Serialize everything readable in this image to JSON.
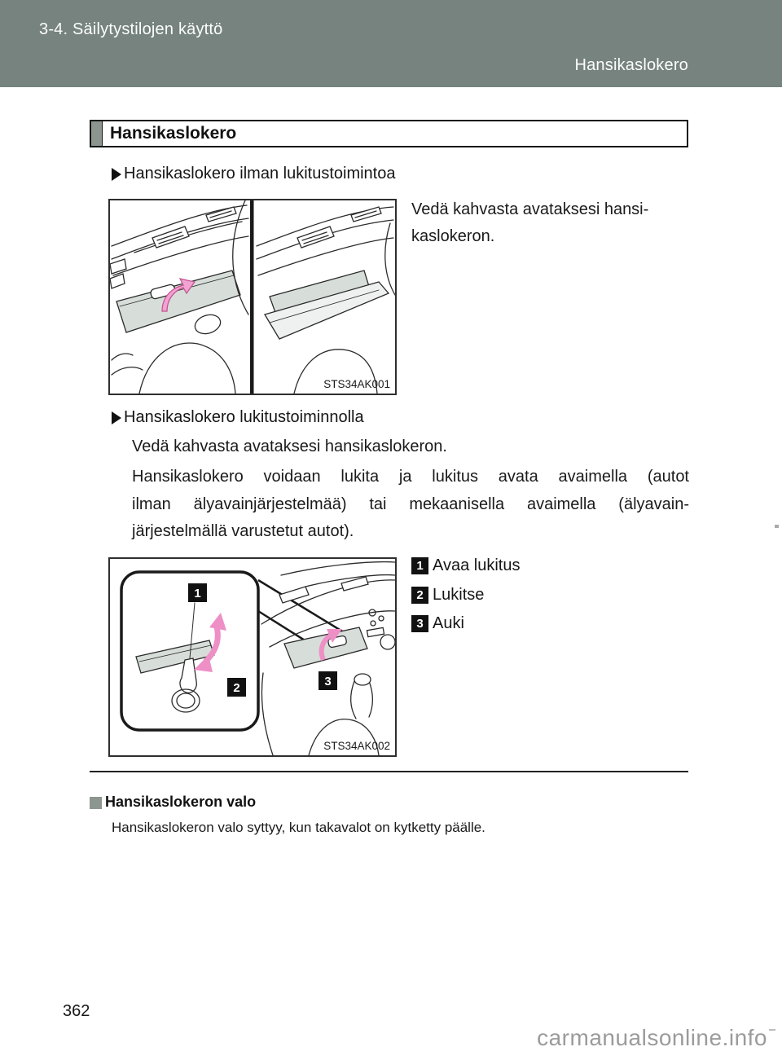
{
  "header": {
    "section_label": "3-4. Säilytystilojen käyttö",
    "page_topic": "Hansikaslokero"
  },
  "title": "Hansikaslokero",
  "section1": {
    "heading": "Hansikaslokero ilman lukitustoimintoa",
    "body_line1": "Vedä kahvasta avataksesi hansi-",
    "body_line2": "kaslokeron.",
    "figure_caption": "STS34AK001"
  },
  "section2": {
    "heading": "Hansikaslokero lukitustoiminnolla",
    "para1": "Vedä kahvasta avataksesi hansikaslokeron.",
    "para2_line1": "Hansikaslokero voidaan lukita ja lukitus avata avaimella (autot",
    "para2_line2": "ilman älyavainjärjestelmää) tai mekaanisella avaimella (älyavain-",
    "para2_line3": "järjestelmällä varustetut autot).",
    "figure_caption": "STS34AK002",
    "callout1": "1",
    "callout2": "2",
    "callout3": "3",
    "legend": [
      {
        "num": "1",
        "label": "Avaa lukitus"
      },
      {
        "num": "2",
        "label": "Lukitse"
      },
      {
        "num": "3",
        "label": "Auki"
      }
    ]
  },
  "note": {
    "title": "Hansikaslokeron valo",
    "body": "Hansikaslokeron valo syttyy, kun takavalot on kytketty päälle."
  },
  "footer": {
    "page_number": "362",
    "watermark": "carmanualsonline.info"
  },
  "colors": {
    "header_bg": "#76837F",
    "accent_gray_green": "#8C968F",
    "figure_shade": "#D7DDD9",
    "arrow_pink": "#EE8FC6",
    "watermark_gray": "#9B9B9B"
  },
  "icons": {
    "arrow_bullet": "right-triangle",
    "note_bullet": "gray-square"
  }
}
